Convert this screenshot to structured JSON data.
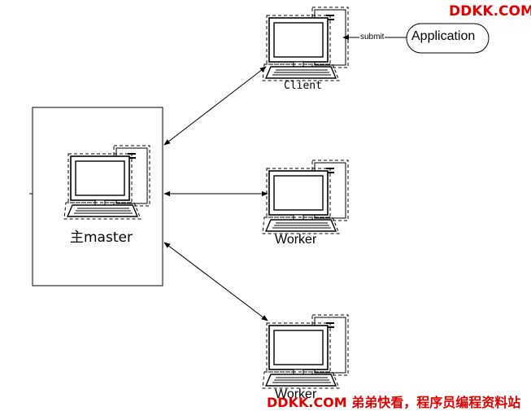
{
  "nodes": {
    "master": {
      "label": "主master"
    },
    "client": {
      "label": "Client"
    },
    "worker1": {
      "label": "Worker"
    },
    "worker2": {
      "label": "Worker"
    },
    "application": {
      "label": "Application"
    }
  },
  "edges": {
    "submit": {
      "label": "submit"
    }
  },
  "watermark": {
    "top": "DDKK.COM",
    "bottom": "DDKK.COM 弟弟快看，程序员编程资料站"
  },
  "colors": {
    "stroke": "#000000",
    "watermark": "#e00000"
  }
}
